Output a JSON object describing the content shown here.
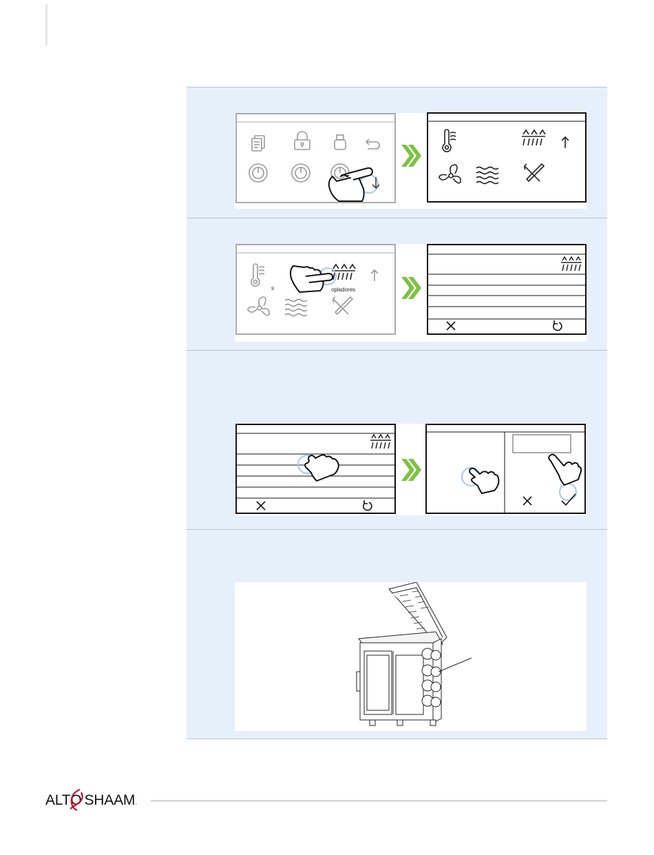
{
  "step2": {
    "icon_label": "opladores",
    "fragment_label": "s"
  },
  "footer": {
    "logo_text_left": "ALT",
    "logo_text_mid": "O",
    "logo_text_right": "SHAAM"
  },
  "colors": {
    "band": "#e6f0fb",
    "chevron": "#7dc242",
    "touch": "#a9c6e8",
    "logo_accent": "#c8102e"
  },
  "icons": [
    "document-icon",
    "lock-icon",
    "usb-icon",
    "back-arrow-icon",
    "power-icon",
    "arrow-down-icon",
    "thermometer-icon",
    "heater-icon",
    "arrow-up-icon",
    "fan-icon",
    "water-icon",
    "tools-icon",
    "close-icon",
    "reset-icon",
    "check-icon",
    "hand-pointer-icon",
    "double-chevron-icon"
  ]
}
